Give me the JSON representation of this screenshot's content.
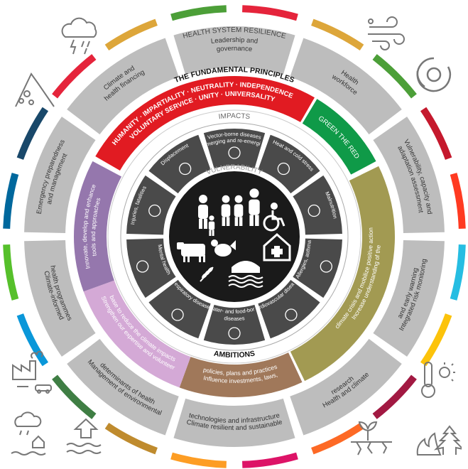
{
  "labels": {
    "health_system_resilience": "HEALTH SYSTEM RESILIENCE",
    "fundamental_principles": "THE FUNDAMENTAL PRINCIPLES",
    "impacts": "IMPACTS",
    "vulnerability": "VULNERABILITY",
    "ambitions": "AMBITIONS"
  },
  "principles": {
    "line1": "HUMANITY · IMPARTIALITY · NEUTRALITY · INDEPENDENCE",
    "line2": "VOLUNTARY SERVICE · UNITY · UNIVERSALITY"
  },
  "green_the_red": "GREEN THE RED",
  "outer_ring": [
    {
      "line1": "Leadership and",
      "line2": "governance"
    },
    {
      "line1": "Health",
      "line2": "workforce"
    },
    {
      "line1": "Vulnerability, capacity and",
      "line2": "adaptation assessment"
    },
    {
      "line1": "Integrated risk monitoring",
      "line2": "and early warning"
    },
    {
      "line1": "Health and climate",
      "line2": "research"
    },
    {
      "line1": "Climate resilient and sustainable",
      "line2": "technologies and infrastructure"
    },
    {
      "line1": "Management of environmental",
      "line2": "determinants of health"
    },
    {
      "line1": "Climate-informed",
      "line2": "health programmes"
    },
    {
      "line1": "Emergency preparedness",
      "line2": "and management"
    },
    {
      "line1": "Climate and",
      "line2": "health financing"
    }
  ],
  "impacts": [
    {
      "line1": "Vector-borne diseases",
      "line2": "Emerging and re-emerging"
    },
    {
      "line1": "Heat and cold stress",
      "line2": ""
    },
    {
      "line1": "Malnutrition",
      "line2": ""
    },
    {
      "line1": "Allergies, asthma",
      "line2": ""
    },
    {
      "line1": "Cardiovascular diseases",
      "line2": ""
    },
    {
      "line1": "Water- and food-borne",
      "line2": "diseases"
    },
    {
      "line1": "Respiratory diseases",
      "line2": ""
    },
    {
      "line1": "Mental health",
      "line2": ""
    },
    {
      "line1": "Injuries, fatalities",
      "line2": ""
    },
    {
      "line1": "Displacement",
      "line2": ""
    }
  ],
  "ambitions": [
    {
      "line1": "Increase understanding of the",
      "line2": "climate crisis and mobilize positive action",
      "color": "#a29a52"
    },
    {
      "line1": "Influence investments, laws,",
      "line2": "policies, plans and practices",
      "color": "#a0785a"
    },
    {
      "line1": "Strengthen our expertise and volunteer",
      "line2": "base to reduce the climate impacts",
      "color": "#d4a9d6"
    },
    {
      "line1": "Innovate, develop and enhance",
      "line2": "tools and approaches",
      "color": "#9577ad"
    }
  ],
  "colors": {
    "ring_gray": "#bdbdbd",
    "impact_gray": "#4a4a4a",
    "center": "#1a1a1a",
    "principles_red": "#e11b22",
    "green": "#0f9a48"
  },
  "sdg_colors": [
    "#e5243b",
    "#dda63a",
    "#4c9f38",
    "#c5192d",
    "#ff3a21",
    "#26bde2",
    "#fcc30b",
    "#a21942",
    "#fd6925",
    "#dd1367",
    "#fd9d24",
    "#bf8b2e",
    "#3f7e44",
    "#0a97d9",
    "#56c02b",
    "#00689d",
    "#19486a",
    "#e5243b",
    "#dda63a",
    "#4c9f38"
  ],
  "corner_icons": [
    "storm-cloud-icon",
    "wind-icon",
    "landslide-icon",
    "cyclone-icon",
    "factory-pollution-icon",
    "thermometer-sun-icon",
    "flood-rain-icon",
    "sea-level-rise-icon",
    "drought-icon",
    "wildfire-icon"
  ]
}
